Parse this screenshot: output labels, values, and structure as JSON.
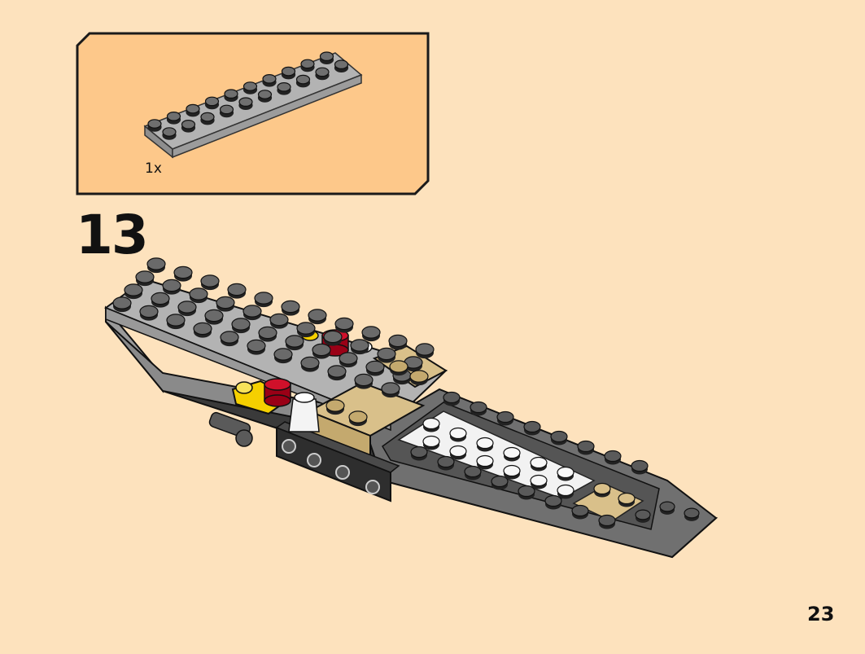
{
  "callout": {
    "quantity": "1x",
    "part": "gray-plate-2x10-icon"
  },
  "step": {
    "number": "13"
  },
  "page": {
    "number": "23"
  },
  "colors": {
    "background": "#fde2bd",
    "callout_fill": "#fdc88a",
    "dark_gray": "#6b6b6b",
    "light_gray": "#a9a9a9",
    "tan": "#d9c08a",
    "red": "#c8001c",
    "yellow": "#f5d000",
    "white": "#ffffff",
    "black": "#2a2a2a"
  }
}
